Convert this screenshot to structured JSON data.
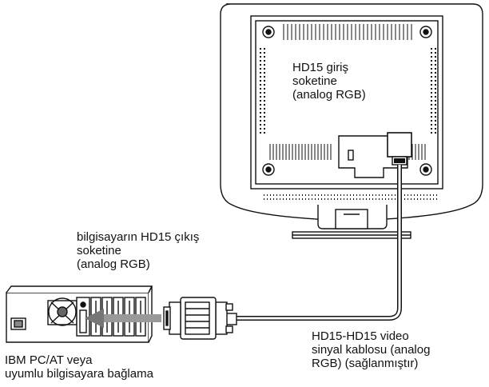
{
  "labels": {
    "monitor_input": "HD15 giriş\nsoketine\n(analog RGB)",
    "pc_output": "bilgisayarın HD15 çıkış\nsoketine\n (analog RGB)",
    "cable": "HD15-HD15 video\nsinyal kablosu (analog\nRGB) (sağlanmıştır)",
    "computer": "IBM PC/AT veya\nuyumlu bilgisayara bağlama"
  }
}
